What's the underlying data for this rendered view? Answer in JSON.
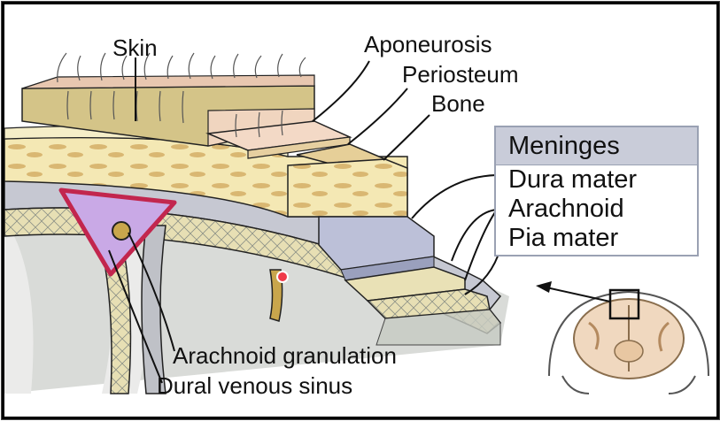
{
  "labels": {
    "skin": "Skin",
    "aponeurosis": "Aponeurosis",
    "periosteum": "Periosteum",
    "bone": "Bone",
    "arachnoid_granulation": "Arachnoid granulation",
    "dural_venous_sinus": "Dural venous sinus"
  },
  "meninges": {
    "title": "Meninges",
    "items": [
      "Dura mater",
      "Arachnoid",
      "Pia mater"
    ]
  },
  "colors": {
    "skin": "#e8c7b0",
    "aponeurosis": "#f3d9c6",
    "periosteum": "#e6cf98",
    "bone": "#f5e9b4",
    "dura": "#bcc0d8",
    "arachnoid": "#e9e1b6",
    "sinus_fill": "#c9a9e6",
    "sinus_border": "#c2264e",
    "brain_grey": "#d7d9d7",
    "legend_header": "#c9ccd9"
  }
}
